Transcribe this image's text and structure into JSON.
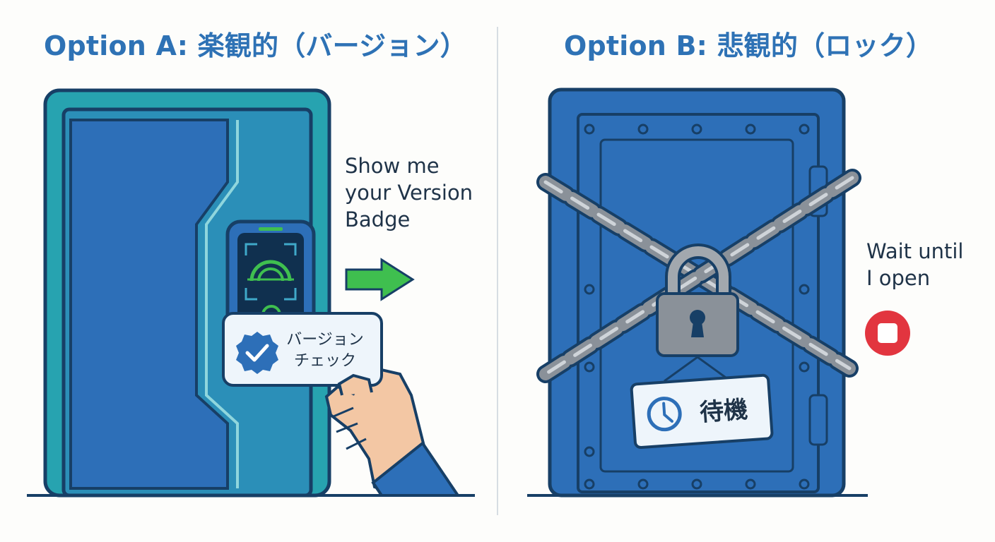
{
  "option_a": {
    "title": "Option A: 楽観的（バージョン）",
    "caption_lines": [
      "Show me",
      "your Version",
      "Badge"
    ],
    "card_lines": [
      "バージョン",
      "チェック"
    ]
  },
  "option_b": {
    "title": "Option B: 悲観的（ロック）",
    "caption_lines": [
      "Wait until",
      "I open"
    ],
    "sign_label": "待機"
  },
  "colors": {
    "title": "#2e72b5",
    "door_blue": "#2d6fb8",
    "door_teal": "#27a3b0",
    "outline": "#173f66",
    "arrow_green": "#3fbf4f",
    "stop_red": "#e2353f",
    "chain_gray": "#8a9199"
  },
  "icons": [
    "check-badge-icon",
    "clock-icon",
    "stop-icon",
    "arrow-right-icon",
    "padlock-icon",
    "chain-icon",
    "biometric-scanner-icon",
    "hand-icon"
  ]
}
